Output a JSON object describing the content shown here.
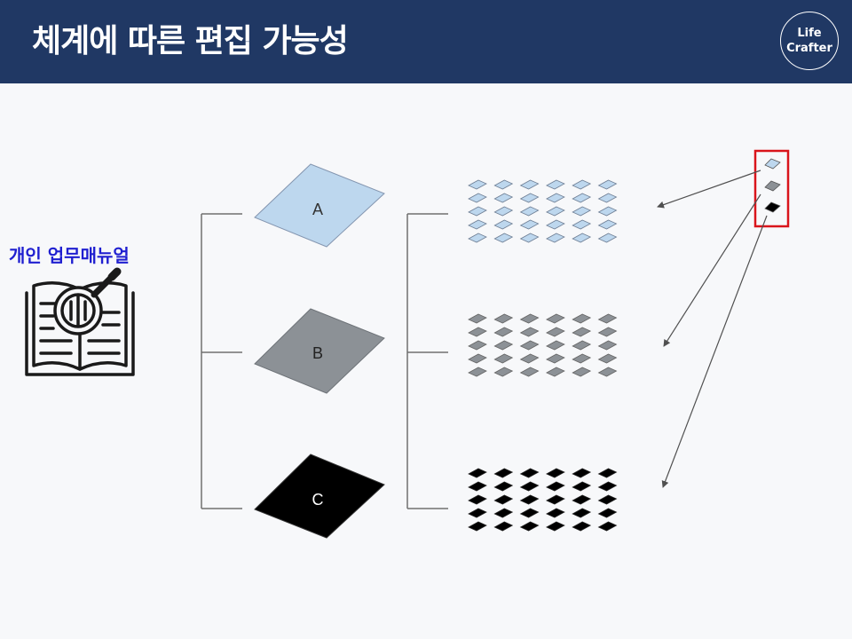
{
  "header": {
    "title": "체계에 따른 편집 가능성",
    "logo_line1": "Life",
    "logo_line2": "Crafter"
  },
  "manual": {
    "label": "개인 업무매뉴얼",
    "icon": "book-magnifier-icon"
  },
  "categories": [
    {
      "label": "A",
      "color": "#bdd7ee"
    },
    {
      "label": "B",
      "color": "#8c9196"
    },
    {
      "label": "C",
      "color": "#000000"
    }
  ],
  "colors": {
    "header_bg": "#203864",
    "label_blue": "#1f1fd0",
    "highlight_red": "#d9141b",
    "line_gray": "#707070"
  }
}
